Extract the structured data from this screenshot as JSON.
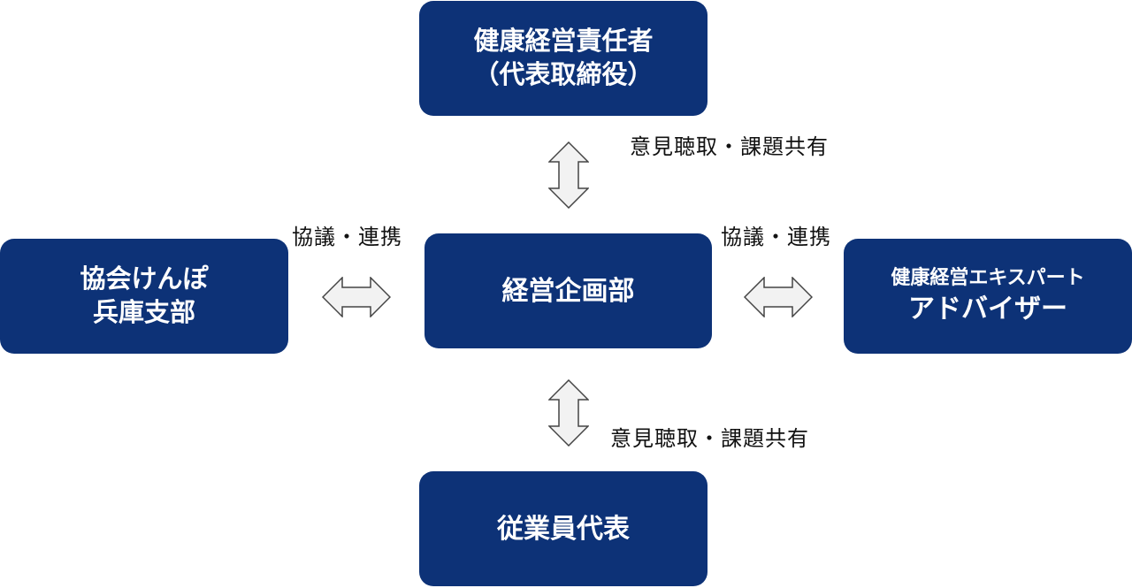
{
  "boxes": {
    "top": {
      "line1": "健康経営責任者",
      "line2": "（代表取締役）"
    },
    "center": {
      "line1": "経営企画部"
    },
    "left": {
      "line1": "協会けんぽ",
      "line2": "兵庫支部"
    },
    "right": {
      "line1": "健康経営エキスパート",
      "line2": "アドバイザー"
    },
    "bottom": {
      "line1": "従業員代表"
    }
  },
  "labels": {
    "top": "意見聴取・課題共有",
    "bottom": "意見聴取・課題共有",
    "left": "協議・連携",
    "right": "協議・連携"
  },
  "colors": {
    "box_fill": "#0d3277",
    "box_text": "#ffffff",
    "arrow_fill": "#f2f2f2",
    "arrow_stroke": "#444444"
  }
}
